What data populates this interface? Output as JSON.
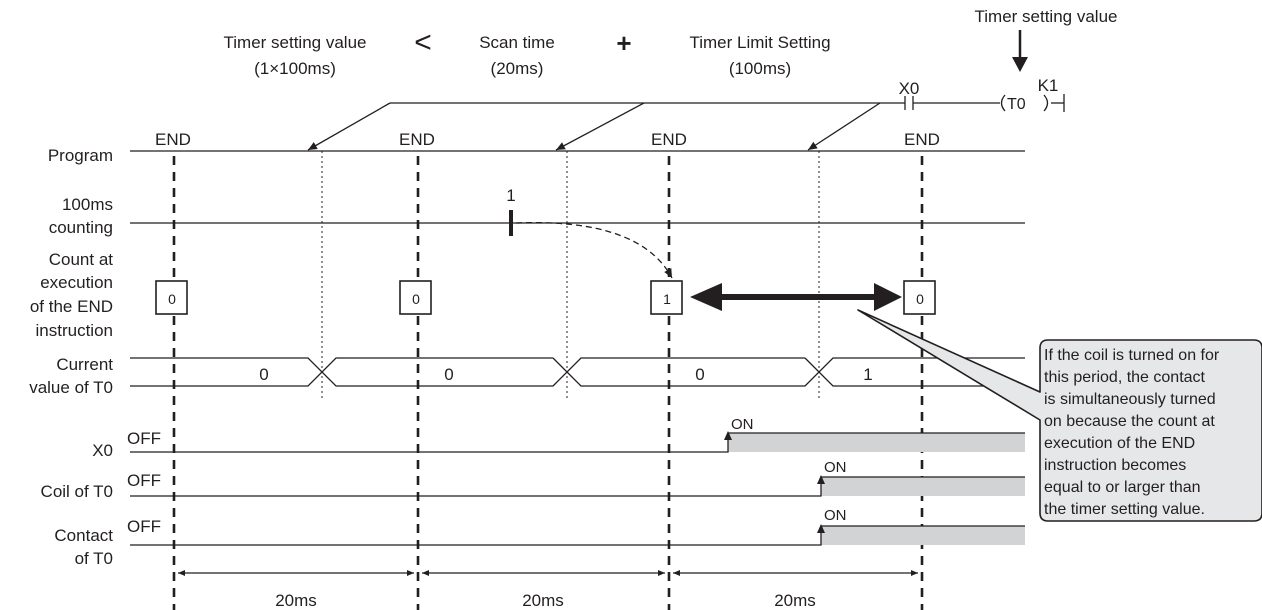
{
  "header": {
    "timer_setting_value": "Timer setting value",
    "timer_setting_value_sub": "(1×100ms)",
    "less_than": "<",
    "scan_time": "Scan time",
    "scan_time_sub": "(20ms)",
    "plus": "+",
    "timer_limit": "Timer Limit Setting",
    "timer_limit_sub": "(100ms)",
    "timer_setting_value_top": "Timer setting value"
  },
  "ladder": {
    "contact": "X0",
    "coil": "T0",
    "constant": "K1"
  },
  "end_label": "END",
  "rows": {
    "program": "Program",
    "counting_1": "100ms",
    "counting_2": "counting",
    "count_1": "Count at",
    "count_2": "execution",
    "count_3": "of the END",
    "count_4": "instruction",
    "current_1": "Current",
    "current_2": "value of T0",
    "x0": "X0",
    "coil": "Coil of T0",
    "contact_1": "Contact",
    "contact_2": "of T0"
  },
  "counting_mark": "1",
  "end_counts": [
    "0",
    "0",
    "1",
    "0"
  ],
  "current_values": [
    "0",
    "0",
    "0",
    "1"
  ],
  "off_label": "OFF",
  "on_label": "ON",
  "intervals": [
    "20ms",
    "20ms",
    "20ms"
  ],
  "callout_lines": [
    "If the coil is turned on for",
    "this period, the contact",
    "is simultaneously turned",
    "on because the count at",
    "execution of the END",
    "instruction becomes",
    "equal to or larger than",
    "the timer setting value."
  ]
}
